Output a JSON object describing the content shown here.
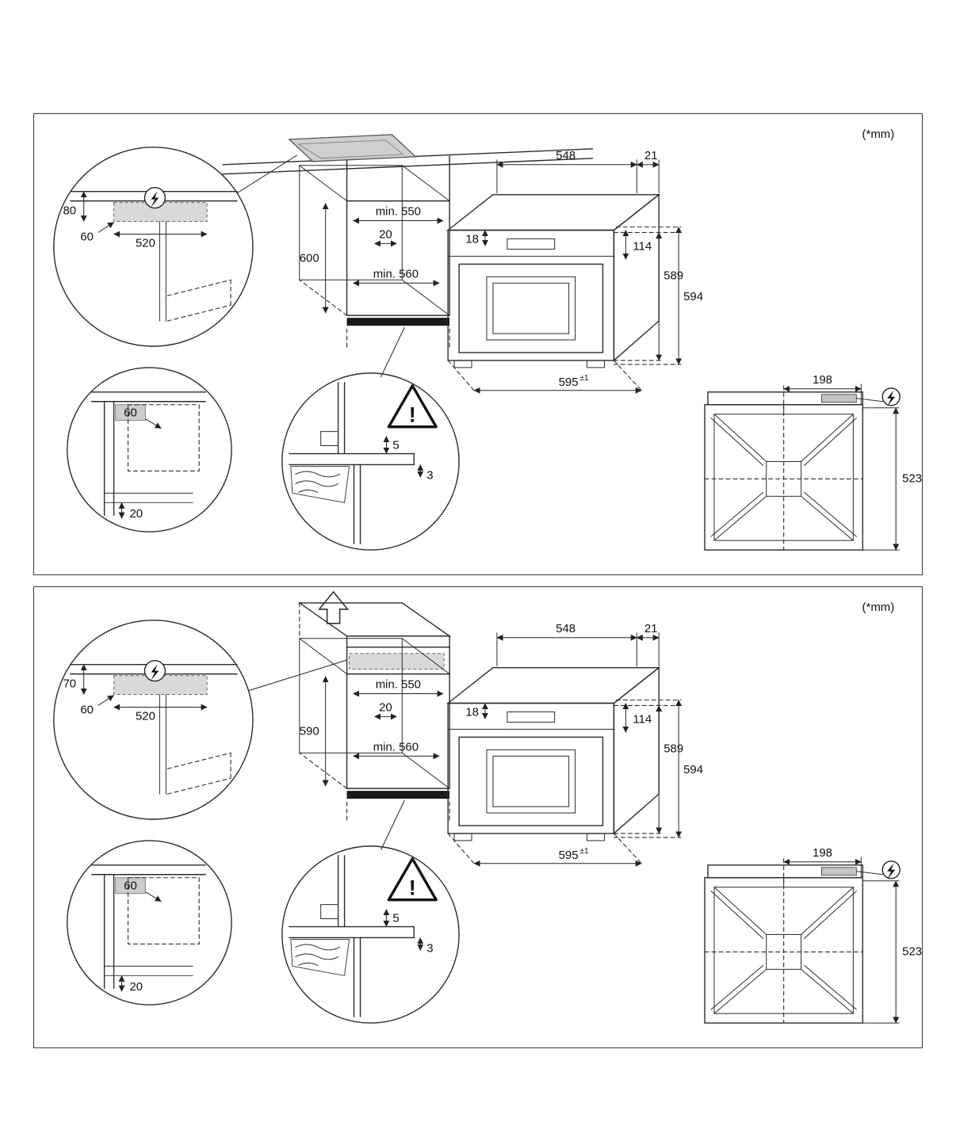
{
  "units": {
    "label": "(*mm)"
  },
  "icons": {
    "warning_mark": "!"
  },
  "p1": {
    "cutout_detail": {
      "h": "80",
      "inset": "60",
      "depth": "520"
    },
    "niche": {
      "min_width": "min. 550",
      "height": "600",
      "gap": "20",
      "min_depth": "min. 560"
    },
    "oven": {
      "top_depth": "548",
      "back_gap": "21",
      "panel_inset": "18",
      "panel_height": "114",
      "body_height": "589",
      "total_height": "594",
      "width": "595",
      "width_tol": "±1"
    },
    "corner_detail": {
      "inset": "60",
      "gap": "20"
    },
    "gap_detail": {
      "gap_top": "5",
      "gap_bottom": "3"
    },
    "rear": {
      "conduit_offset": "198",
      "height": "523"
    }
  },
  "p2": {
    "cutout_detail": {
      "h": "70",
      "inset": "60",
      "depth": "520"
    },
    "niche": {
      "min_width": "min. 550",
      "height": "590",
      "gap": "20",
      "min_depth": "min. 560"
    },
    "oven": {
      "top_depth": "548",
      "back_gap": "21",
      "panel_inset": "18",
      "panel_height": "114",
      "body_height": "589",
      "total_height": "594",
      "width": "595",
      "width_tol": "±1"
    },
    "corner_detail": {
      "inset": "60",
      "gap": "20"
    },
    "gap_detail": {
      "gap_top": "5",
      "gap_bottom": "3"
    },
    "rear": {
      "conduit_offset": "198",
      "height": "523"
    }
  }
}
